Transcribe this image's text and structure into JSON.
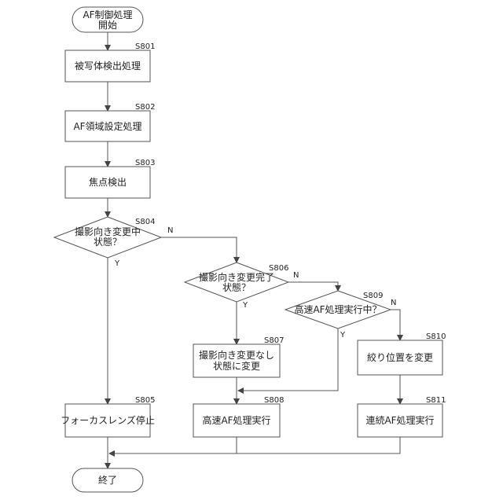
{
  "nodes": {
    "start": {
      "lines": [
        "AF制御処理",
        "開始"
      ]
    },
    "s801": {
      "label": "被写体検出処理",
      "step": "S801"
    },
    "s802": {
      "label": "AF領域設定処理",
      "step": "S802"
    },
    "s803": {
      "label": "焦点検出",
      "step": "S803"
    },
    "s804": {
      "lines": [
        "撮影向き変更中",
        "状態？"
      ],
      "step": "S804"
    },
    "s805": {
      "label": "フォーカスレンズ停止",
      "step": "S805"
    },
    "s806": {
      "lines": [
        "撮影向き変更完了",
        "状態？"
      ],
      "step": "S806"
    },
    "s807": {
      "lines": [
        "撮影向き変更なし",
        "状態に変更"
      ],
      "step": "S807"
    },
    "s808": {
      "label": "高速AF処理実行",
      "step": "S808"
    },
    "s809": {
      "label": "高速AF処理実行中？",
      "step": "S809"
    },
    "s810": {
      "label": "絞り位置を変更",
      "step": "S810"
    },
    "s811": {
      "label": "連続AF処理実行",
      "step": "S811"
    },
    "end": {
      "label": "終了"
    }
  },
  "branch_labels": {
    "yes": "Y",
    "no": "N"
  }
}
